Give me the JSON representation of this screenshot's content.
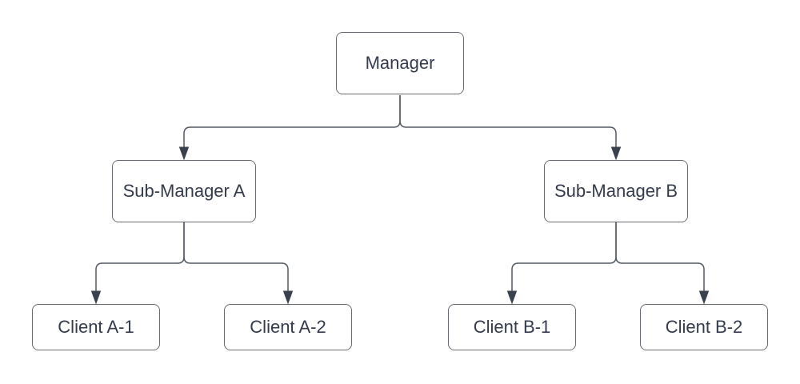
{
  "diagram": {
    "type": "org-tree",
    "nodes": [
      {
        "id": "manager",
        "label": "Manager",
        "level": 1
      },
      {
        "id": "sub-a",
        "label": "Sub-Manager A",
        "level": 2
      },
      {
        "id": "sub-b",
        "label": "Sub-Manager B",
        "level": 2
      },
      {
        "id": "client-a1",
        "label": "Client A-1",
        "level": 3
      },
      {
        "id": "client-a2",
        "label": "Client A-2",
        "level": 3
      },
      {
        "id": "client-b1",
        "label": "Client B-1",
        "level": 3
      },
      {
        "id": "client-b2",
        "label": "Client B-2",
        "level": 3
      }
    ],
    "edges": [
      {
        "from": "manager",
        "to": "sub-a",
        "arrow": "filled-triangle"
      },
      {
        "from": "manager",
        "to": "sub-b",
        "arrow": "filled-triangle"
      },
      {
        "from": "sub-a",
        "to": "client-a1",
        "arrow": "filled-triangle"
      },
      {
        "from": "sub-a",
        "to": "client-a2",
        "arrow": "filled-triangle"
      },
      {
        "from": "sub-b",
        "to": "client-b1",
        "arrow": "filled-triangle"
      },
      {
        "from": "sub-b",
        "to": "client-b2",
        "arrow": "filled-triangle"
      }
    ],
    "colors": {
      "background": "#ffffff",
      "node_fill": "#ffffff",
      "node_border": "#666c72",
      "line": "#545a64",
      "arrow": "#3a414e",
      "text": "#333b4c"
    }
  }
}
